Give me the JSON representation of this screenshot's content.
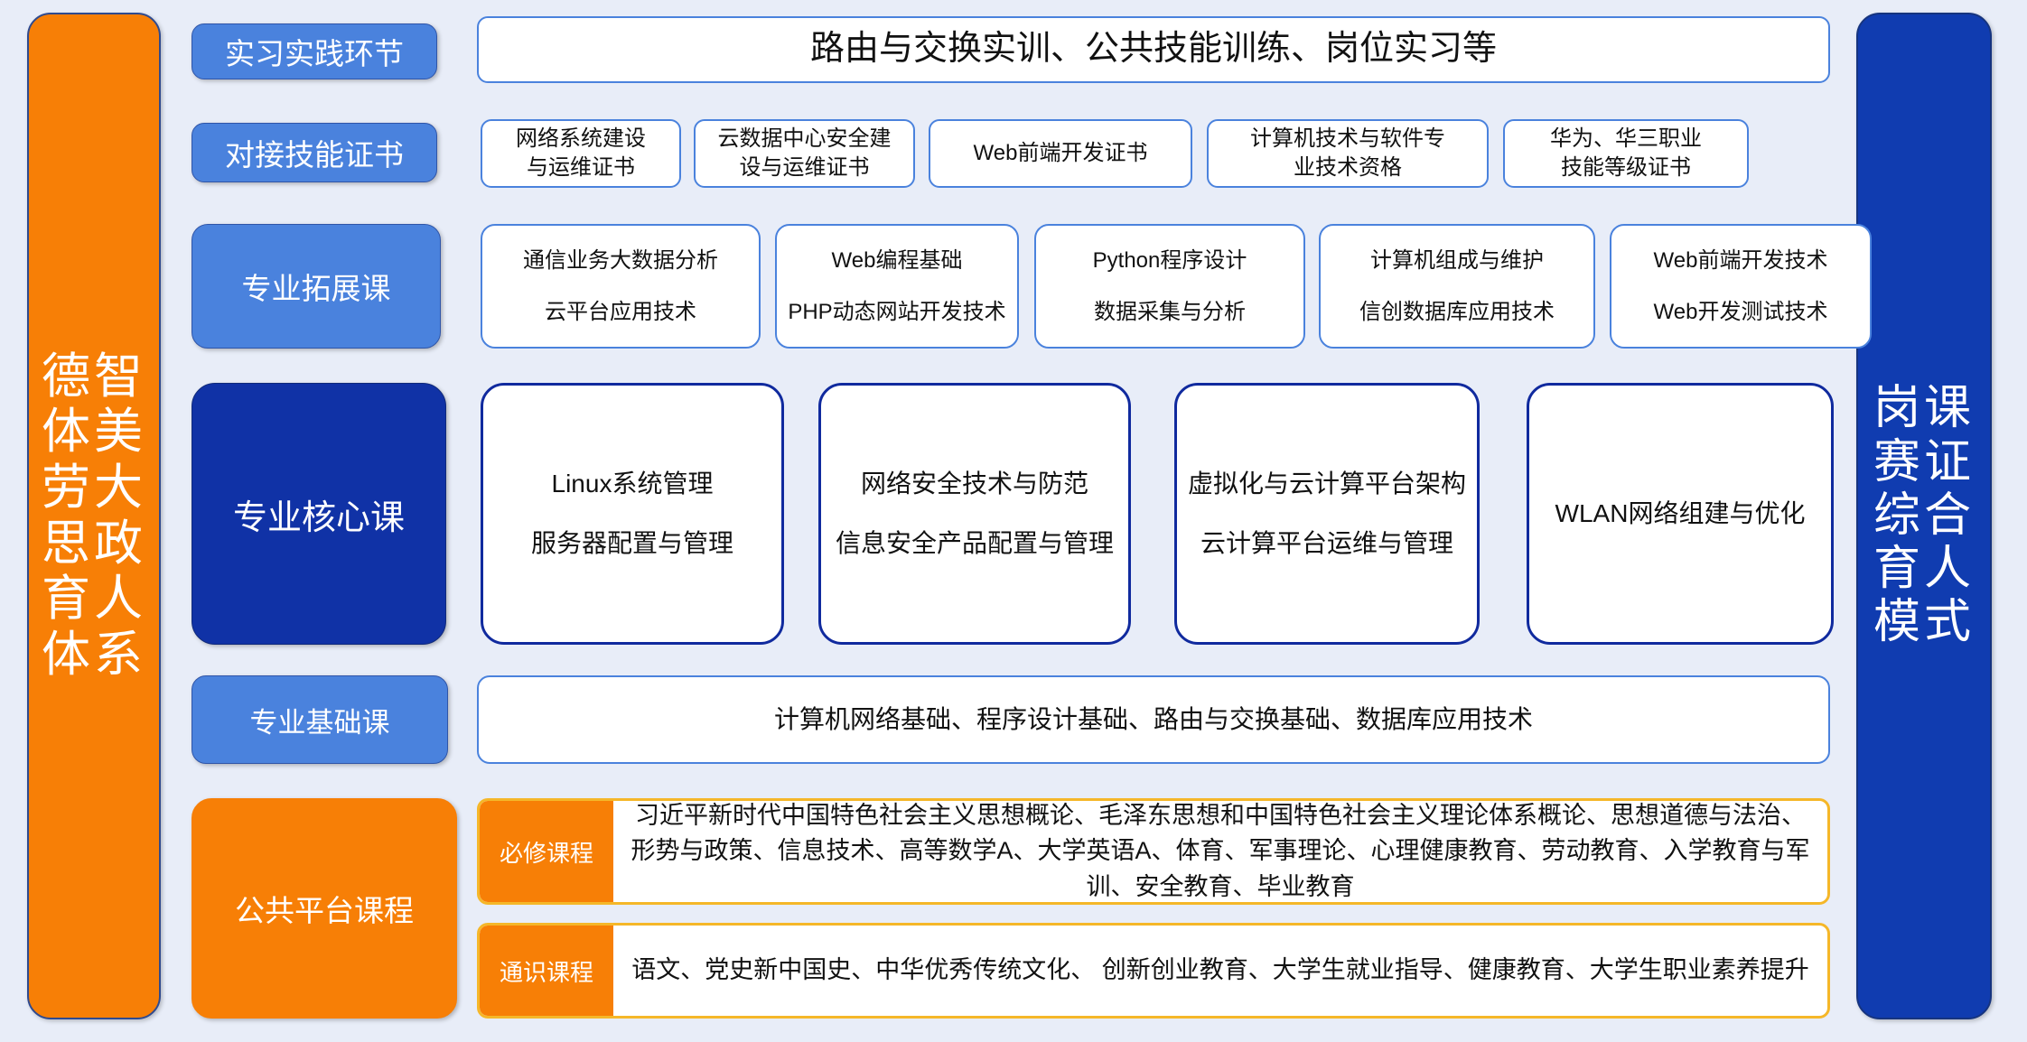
{
  "left_banner": {
    "text": "德智体美劳大思政育人体系"
  },
  "right_banner": {
    "text": "岗课赛证综合育人模式"
  },
  "colors": {
    "background": "#e8edf8",
    "orange": "#f77f06",
    "deep_blue": "#1032a6",
    "mid_blue": "#4a82dd",
    "yellow_border": "#f5b729",
    "card_white": "#ffffff"
  },
  "rows": {
    "practice": {
      "label": "实习实践环节",
      "content": "路由与交换实训、公共技能训练、岗位实习等"
    },
    "certificates": {
      "label": "对接技能证书",
      "items": [
        {
          "line1": "网络系统建设",
          "line2": "与运维证书"
        },
        {
          "line1": "云数据中心安全建",
          "line2": "设与运维证书"
        },
        {
          "line1": "Web前端开发证书",
          "line2": ""
        },
        {
          "line1": "计算机技术与软件专",
          "line2": "业技术资格"
        },
        {
          "line1": "华为、华三职业",
          "line2": "技能等级证书"
        }
      ]
    },
    "expansion": {
      "label": "专业拓展课",
      "items": [
        {
          "line1": "通信业务大数据分析",
          "line2": "云平台应用技术"
        },
        {
          "line1": "Web编程基础",
          "line2": "PHP动态网站开发技术"
        },
        {
          "line1": "Python程序设计",
          "line2": "数据采集与分析"
        },
        {
          "line1": "计算机组成与维护",
          "line2": "信创数据库应用技术"
        },
        {
          "line1": "Web前端开发技术",
          "line2": "Web开发测试技术"
        }
      ]
    },
    "core": {
      "label": "专业核心课",
      "items": [
        {
          "line1": "Linux系统管理",
          "line2": "服务器配置与管理"
        },
        {
          "line1": "网络安全技术与防范",
          "line2": "信息安全产品配置与管理"
        },
        {
          "line1": "虚拟化与云计算平台架构",
          "line2": "云计算平台运维与管理"
        },
        {
          "line1": "WLAN网络组建与优化",
          "line2": ""
        }
      ]
    },
    "basic": {
      "label": "专业基础课",
      "content": "计算机网络基础、程序设计基础、路由与交换基础、数据库应用技术"
    },
    "public": {
      "label": "公共平台课程",
      "groups": [
        {
          "tag": "必修课程",
          "content": "习近平新时代中国特色社会主义思想概论、毛泽东思想和中国特色社会主义理论体系概论、思想道德与法治、形势与政策、信息技术、高等数学A、大学英语A、体育、军事理论、心理健康教育、劳动教育、入学教育与军训、安全教育、毕业教育"
        },
        {
          "tag": "通识课程",
          "content": "语文、党史新中国史、中华优秀传统文化、 创新创业教育、大学生就业指导、健康教育、大学生职业素养提升"
        }
      ]
    }
  }
}
